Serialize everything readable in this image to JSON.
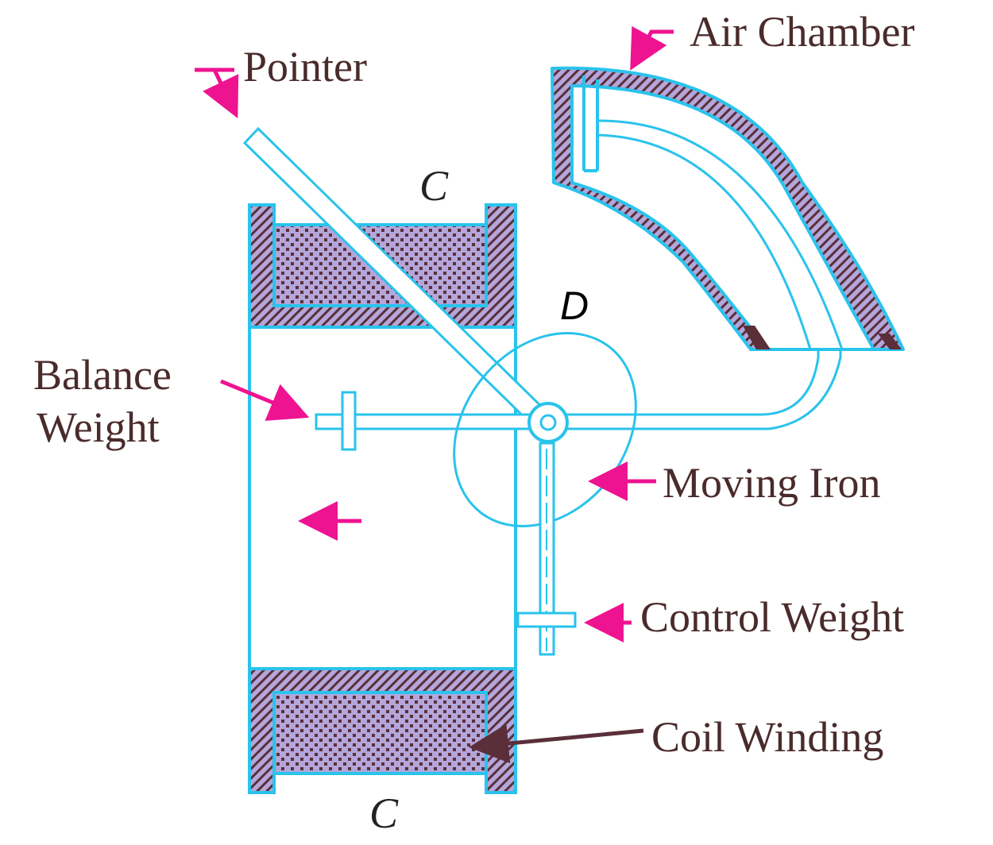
{
  "colors": {
    "outline": "#29c3ec",
    "hatch_fill": "#b4a6da",
    "hatch_line": "#5a2f3a",
    "arrow_pink": "#ee1390",
    "arrow_dark": "#5a2f3a",
    "label_text": "#4a2b2b"
  },
  "labels": {
    "air_chamber": "Air Chamber",
    "pointer": "Pointer",
    "coil_top": "C",
    "coil_bottom": "C",
    "disc": "D",
    "balance_weight_line1": "Balance",
    "balance_weight_line2": "Weight",
    "moving_iron": "Moving Iron",
    "control_weight": "Control Weight",
    "coil_winding": "Coil Winding"
  }
}
